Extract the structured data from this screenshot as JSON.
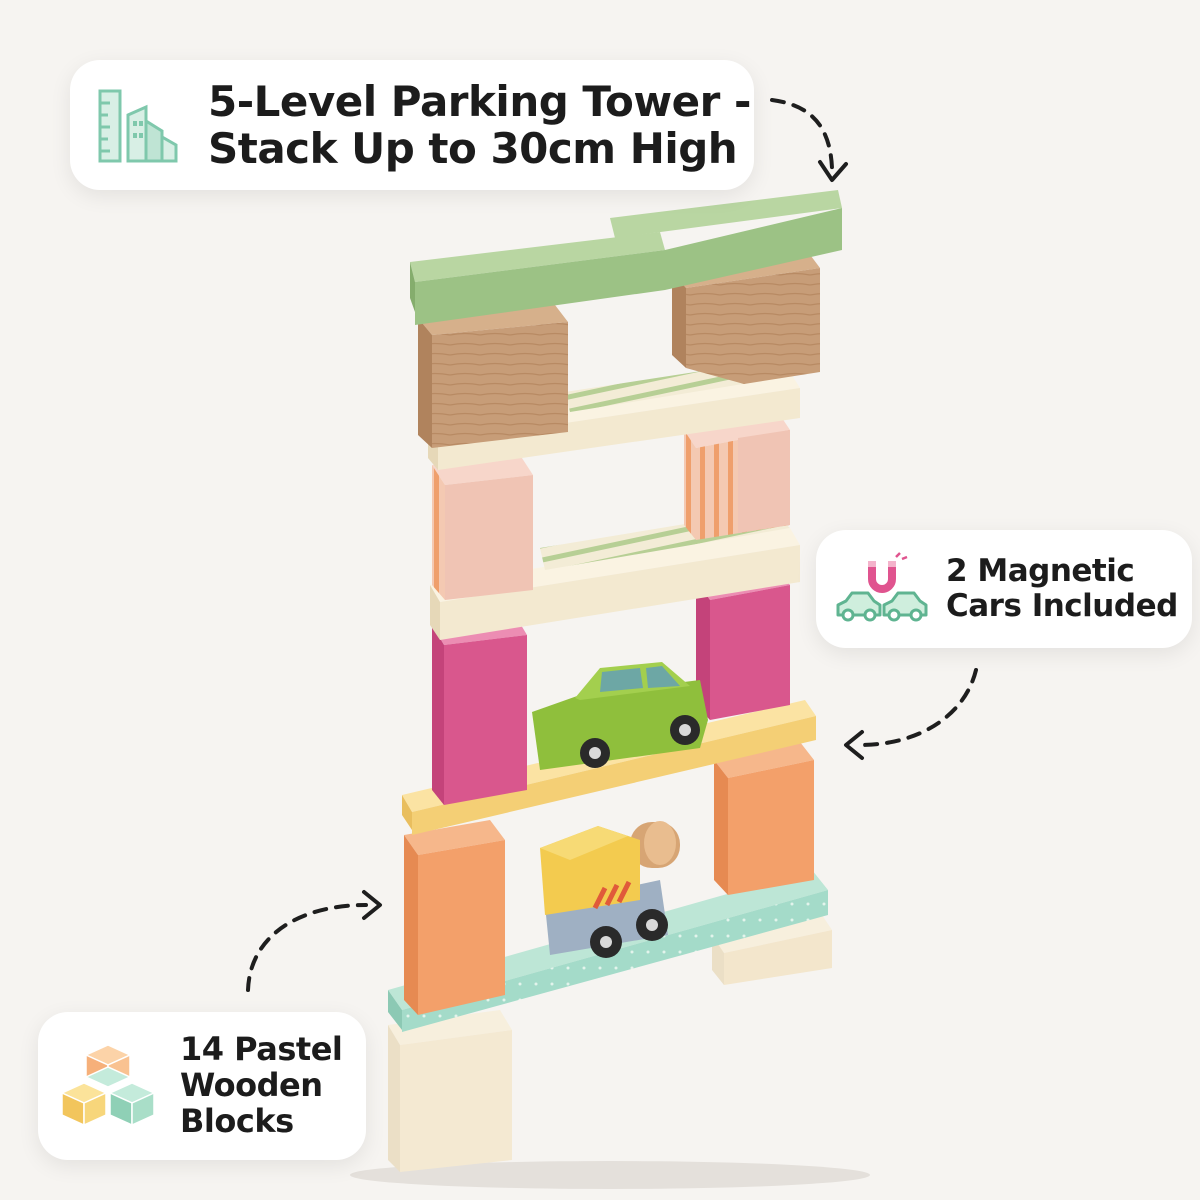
{
  "callouts": {
    "height": {
      "icon": "ruler-building-icon",
      "lines": [
        "5-Level Parking Tower -",
        "Stack Up to 30cm High"
      ]
    },
    "cars": {
      "icon": "magnet-cars-icon",
      "lines": [
        "2 Magnetic",
        "Cars Included"
      ]
    },
    "blocks": {
      "icon": "stacked-cubes-icon",
      "lines": [
        "14 Pastel",
        "Wooden",
        "Blocks"
      ]
    }
  },
  "colors": {
    "background": "#f6f4f1",
    "sage_green": "#9cc285",
    "natural_wood": "#c49a74",
    "cream": "#f2ead2",
    "blush_pink": "#f0c3b6",
    "magenta": "#d8588e",
    "butter_yellow": "#f5d276",
    "apricot_orange": "#f09a62",
    "mint": "#9fd6c4",
    "icon_teal": "#7fc8ac",
    "icon_magenta": "#e0548f"
  }
}
